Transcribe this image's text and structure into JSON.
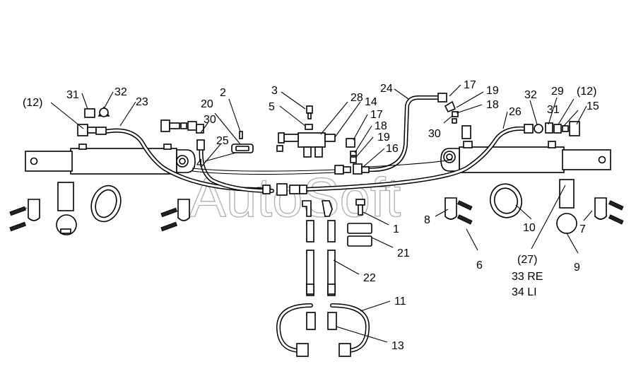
{
  "watermark": "AutoSoft",
  "labels": {
    "l1": "1",
    "l2": "2",
    "l3": "3",
    "l4": "4",
    "l5": "5",
    "l6": "6",
    "l7": "7",
    "l8": "8",
    "l9": "9",
    "l10": "10",
    "l11": "11",
    "l12a": "(12)",
    "l12b": "(12)",
    "l13": "13",
    "l14": "14",
    "l15": "15",
    "l16": "16",
    "l17a": "17",
    "l17b": "17",
    "l18a": "18",
    "l18b": "18",
    "l19a": "19",
    "l19b": "19",
    "l20": "20",
    "l21": "21",
    "l22": "22",
    "l23": "23",
    "l24": "24",
    "l25": "25",
    "l26": "26",
    "l27": "(27)",
    "l28": "28",
    "l29": "29",
    "l30a": "30",
    "l30b": "30",
    "l31a": "31",
    "l31b": "31",
    "l32a": "32",
    "l32b": "32",
    "l33": "33 RE",
    "l34": "34 LI"
  }
}
